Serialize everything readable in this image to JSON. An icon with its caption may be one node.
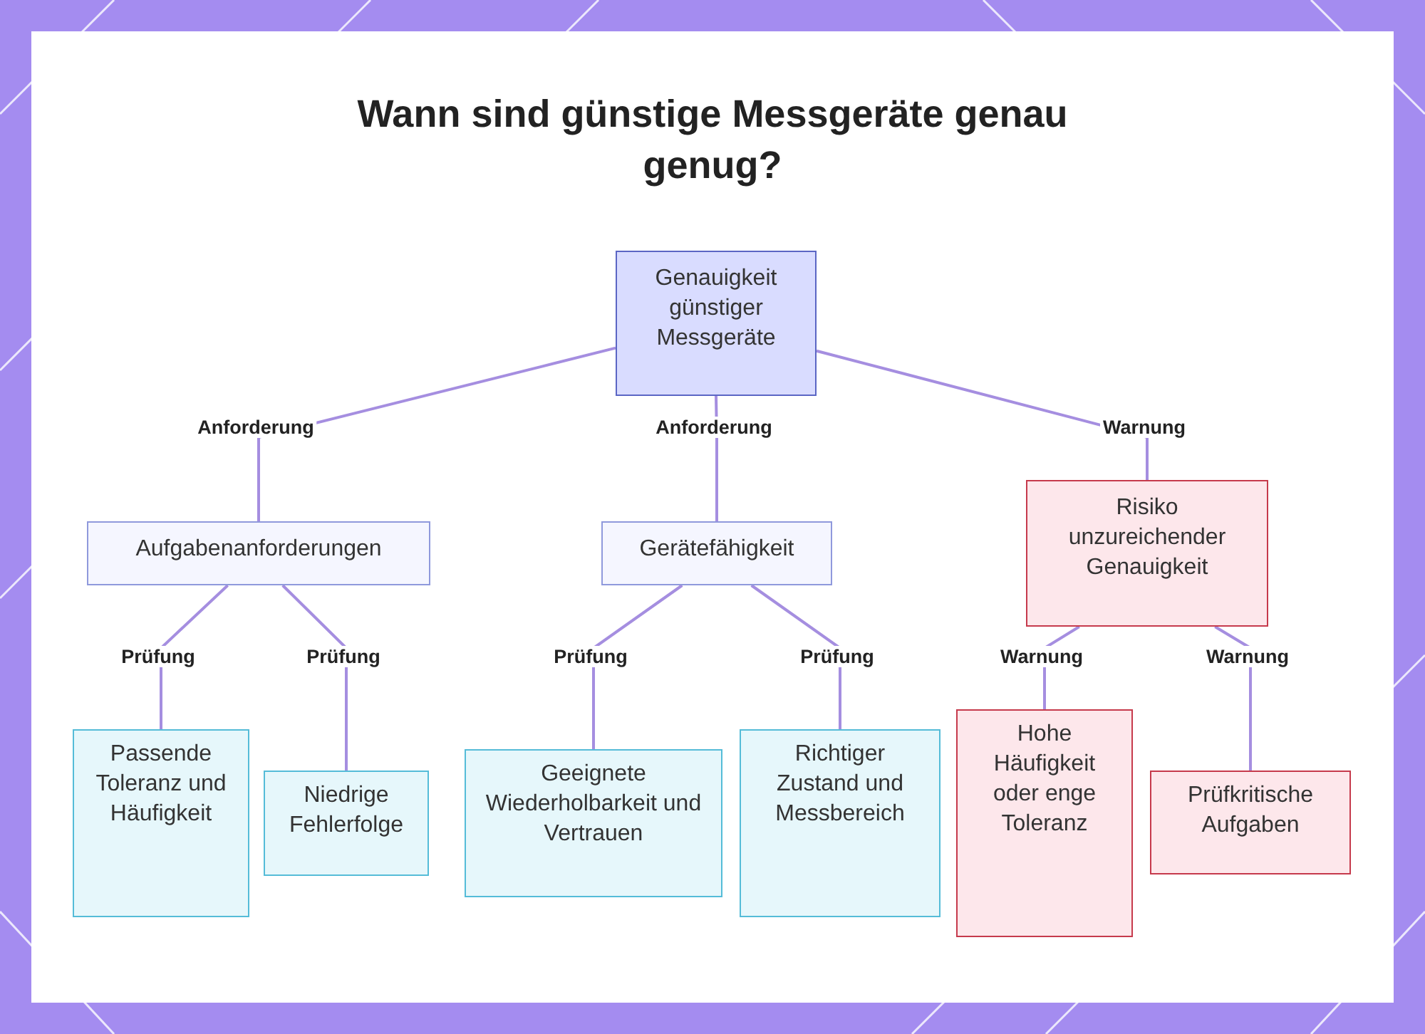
{
  "diagram": {
    "title": "Wann sind günstige Messgeräte genau genug?",
    "nodes": [
      {
        "text": [
          "Genauigkeit günstiger Messgeräte"
        ]
      },
      {
        "text": [
          "Aufgabenanforderungen"
        ]
      },
      {
        "text": [
          "Gerätefähigkeit"
        ]
      },
      {
        "text": [
          "Risiko unzureichender Genauigkeit"
        ]
      },
      {
        "text": [
          "Passende Toleranz und Häufigkeit"
        ]
      },
      {
        "text": [
          "Niedrige Fehlerfolge"
        ]
      },
      {
        "text": [
          "Geeignete Wiederholbarkeit und Vertrauen"
        ]
      },
      {
        "text": [
          "Richtiger Zustand und Messbereich"
        ]
      },
      {
        "text": [
          "Hohe Häufigkeit oder enge Toleranz"
        ]
      },
      {
        "text": [
          "Prüfkritische Aufgaben"
        ]
      }
    ],
    "edges": [
      {
        "from": 0,
        "to": 1,
        "arrow": "none",
        "label": "Anforderung"
      },
      {
        "from": 0,
        "to": 2,
        "arrow": "none",
        "label": "Anforderung"
      },
      {
        "from": 0,
        "to": 3,
        "arrow": "none",
        "label": "Warnung"
      },
      {
        "from": 1,
        "to": 4,
        "arrow": "none",
        "label": "Prüfung"
      },
      {
        "from": 1,
        "to": 5,
        "arrow": "none",
        "label": "Prüfung"
      },
      {
        "from": 2,
        "to": 6,
        "arrow": "none",
        "label": "Prüfung"
      },
      {
        "from": 2,
        "to": 7,
        "arrow": "none",
        "label": "Prüfung"
      },
      {
        "from": 3,
        "to": 8,
        "arrow": "none",
        "label": "Warnung"
      },
      {
        "from": 3,
        "to": 9,
        "arrow": "none",
        "label": "Warnung"
      }
    ]
  }
}
